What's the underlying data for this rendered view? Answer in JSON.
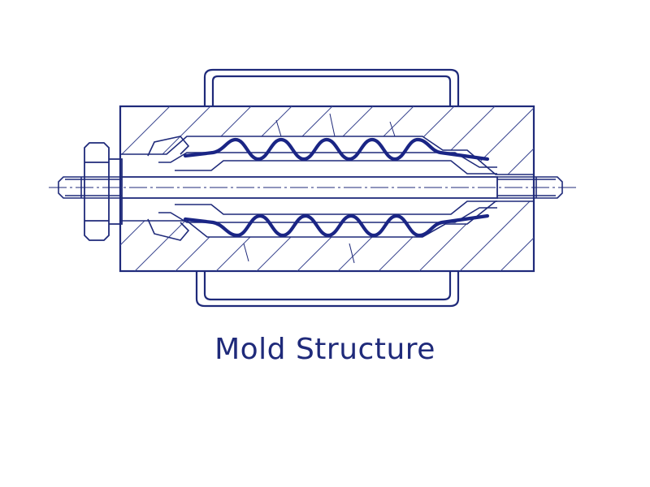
{
  "caption": "Mold Structure",
  "colors": {
    "ink": "#1f2a7a",
    "bellows": "#1a2585",
    "hatch": "#3a4690",
    "background": "#ffffff"
  },
  "icons": [
    "mold-body",
    "bellows-part",
    "core-shaft",
    "clamp-bracket",
    "hex-nut"
  ]
}
